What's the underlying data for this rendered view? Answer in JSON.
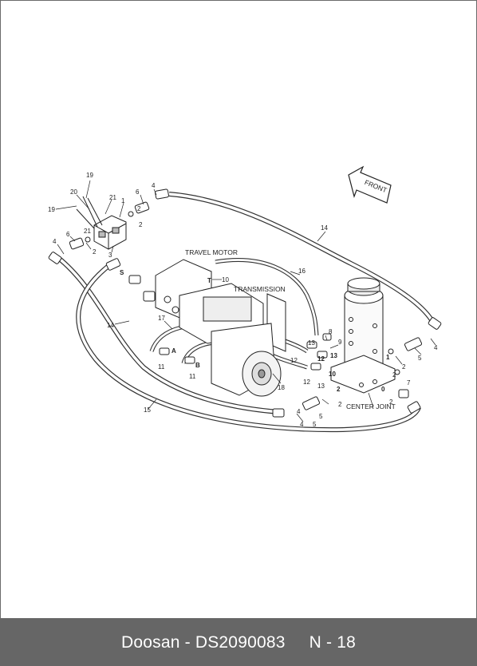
{
  "diagram": {
    "labels": {
      "front": "FRONT",
      "travel_motor": "TRAVEL MOTOR",
      "transmission": "TRANSMISSION",
      "center_joint": "CENTER JOINT"
    },
    "port_letters": {
      "a": "A",
      "b": "B",
      "s": "S",
      "t": "T"
    },
    "callouts": {
      "c19a": "19",
      "c19b": "19",
      "c20": "20",
      "c21a": "21",
      "c21b": "21",
      "c1a": "1",
      "c6a": "6",
      "c4a": "4",
      "c2a": "2",
      "c3": "3",
      "c4b": "4",
      "c6b": "6",
      "c2b": "2",
      "c14a": "14",
      "c16": "16",
      "c10a": "10",
      "c14b": "14",
      "c17": "17",
      "c11a": "11",
      "c11b": "11",
      "c15": "15",
      "c18": "18",
      "c8": "8",
      "c9": "9",
      "c13a": "13",
      "c13b": "13",
      "c12a": "12",
      "c12b": "12",
      "c12c": "12",
      "c10b": "10",
      "c13c": "13",
      "c5a": "5",
      "c4c": "4",
      "c2c": "2",
      "c1b": "1",
      "c2d": "2",
      "c4d": "4",
      "c5b": "5",
      "c2e": "2",
      "c2f": "2",
      "c0": "0",
      "c7": "7",
      "c2g": "2",
      "c4e": "4",
      "c5c": "5",
      "c2h": "2"
    }
  },
  "footer": {
    "doc_id": "Doosan - DS2090083",
    "page": "N - 18"
  }
}
